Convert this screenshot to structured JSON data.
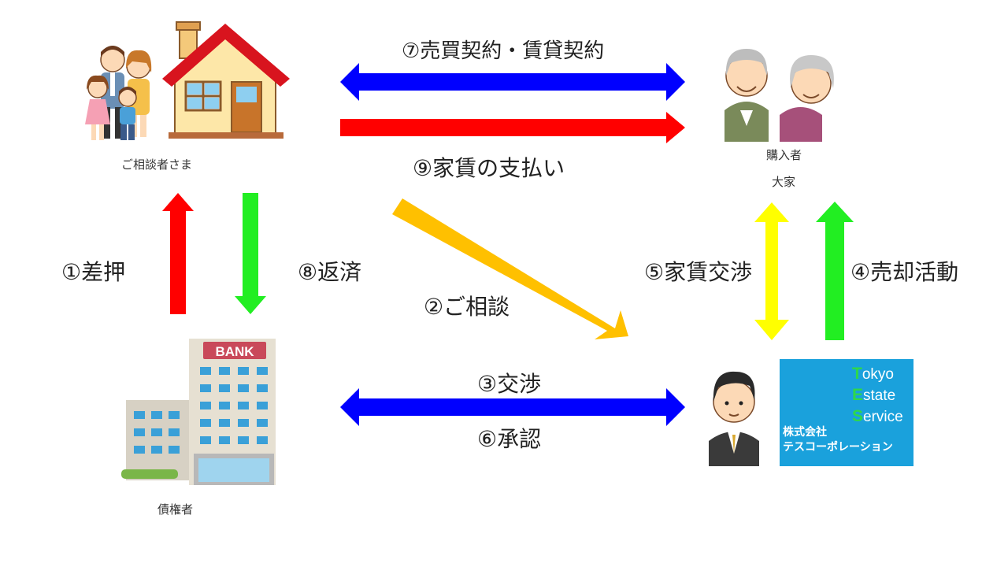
{
  "nodes": {
    "consultant_label": "ご相談者さま",
    "buyer_label": "購入者",
    "landlord_label": "大家",
    "creditor_label": "債権者",
    "bank_sign": "BANK"
  },
  "flows": {
    "step1": "①差押",
    "step2": "②ご相談",
    "step3": "③交渉",
    "step4": "④売却活動",
    "step5": "⑤家賃交渉",
    "step6": "⑥承認",
    "step7": "⑦売買契約・賃貸契約",
    "step8": "⑧返済",
    "step9": "⑨家賃の支払い"
  },
  "logo": {
    "line1_cap": "T",
    "line1_rest": "okyo",
    "line2_cap": "E",
    "line2_rest": "state",
    "line3_cap": "S",
    "line3_rest": "ervice",
    "company_line1": "株式会社",
    "company_line2": "テスコーポレーション"
  },
  "colors": {
    "arrow_blue": "#0000ff",
    "arrow_red": "#ff0000",
    "arrow_green": "#22ee22",
    "arrow_orange": "#ffc000",
    "arrow_yellow": "#ffff00",
    "logo_blue": "#1aa1dc"
  },
  "icons": [
    "family-icon",
    "house-icon",
    "elderly-couple-icon",
    "bank-building-icon",
    "agent-man-icon",
    "company-logo-icon"
  ]
}
